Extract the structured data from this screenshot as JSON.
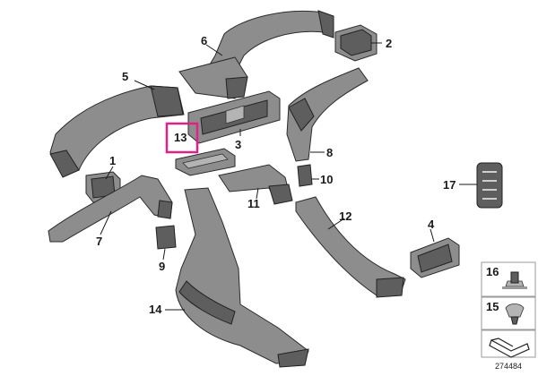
{
  "diagram": {
    "callouts": {
      "c1": "1",
      "c2": "2",
      "c3": "3",
      "c4": "4",
      "c5": "5",
      "c6": "6",
      "c7": "7",
      "c8": "8",
      "c9": "9",
      "c10": "10",
      "c11": "11",
      "c12": "12",
      "c13": "13",
      "c14": "14",
      "c15": "15",
      "c16": "16",
      "c17": "17"
    },
    "highlighted_callout": "13",
    "reference_number": "274484",
    "colors": {
      "highlight": "#e0218a",
      "part": "#8d8d8d"
    }
  }
}
